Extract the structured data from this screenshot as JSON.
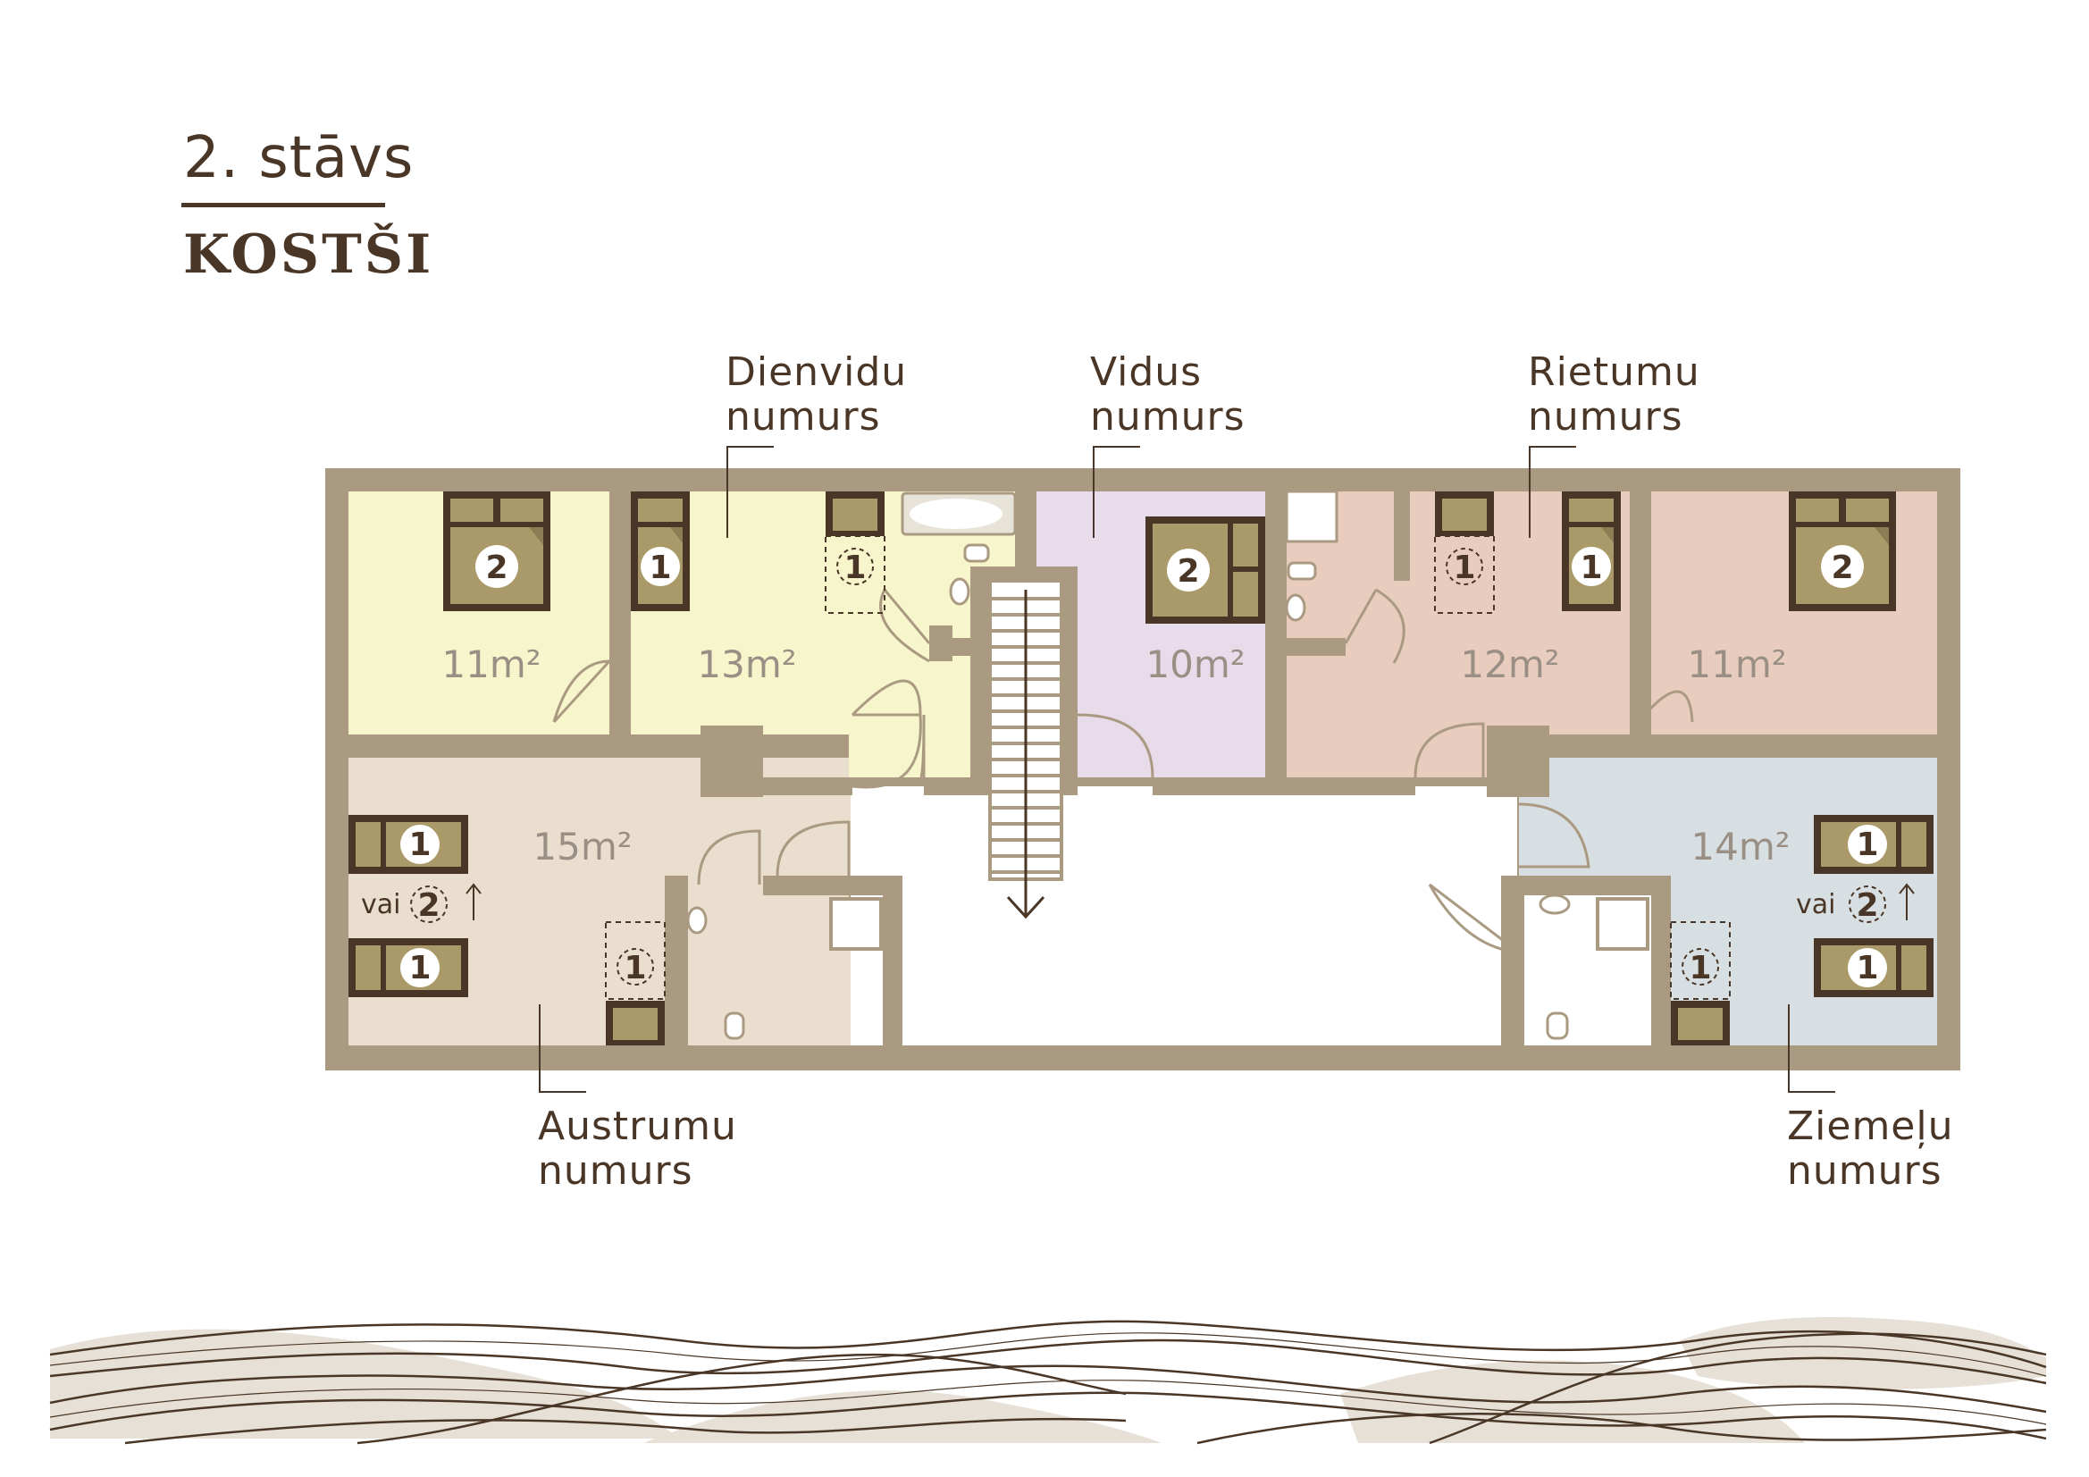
{
  "header": {
    "floor_title": "2. stāvs",
    "logo_text": "KOSTŠI"
  },
  "rooms": [
    {
      "id": "dienvidu",
      "line1": "Dienvidu",
      "line2": "numurs"
    },
    {
      "id": "vidus",
      "line1": "Vidus",
      "line2": "numurs"
    },
    {
      "id": "rietumu",
      "line1": "Rietumu",
      "line2": "numurs"
    },
    {
      "id": "austrumu",
      "line1": "Austrumu",
      "line2": "numurs"
    },
    {
      "id": "ziemelu",
      "line1": "Ziemeļu",
      "line2": "numurs"
    }
  ],
  "areas": {
    "a1": "11m²",
    "a2": "13m²",
    "a3": "10m²",
    "a4": "12m²",
    "a5": "11m²",
    "a6": "15m²",
    "a7": "14m²"
  },
  "bed_numbers": {
    "double": "2",
    "single": "1",
    "or_text": "vai"
  },
  "colors": {
    "wall": "#ab9a82",
    "yellow": "#f7f5cb",
    "lilac": "#e8dcea",
    "pink": "#e8cdbe",
    "beige": "#eadfcf",
    "blue": "#d8dfe3",
    "bed": "#ab9a69",
    "frame": "#4a3626",
    "area_text": "#9a8f85"
  }
}
